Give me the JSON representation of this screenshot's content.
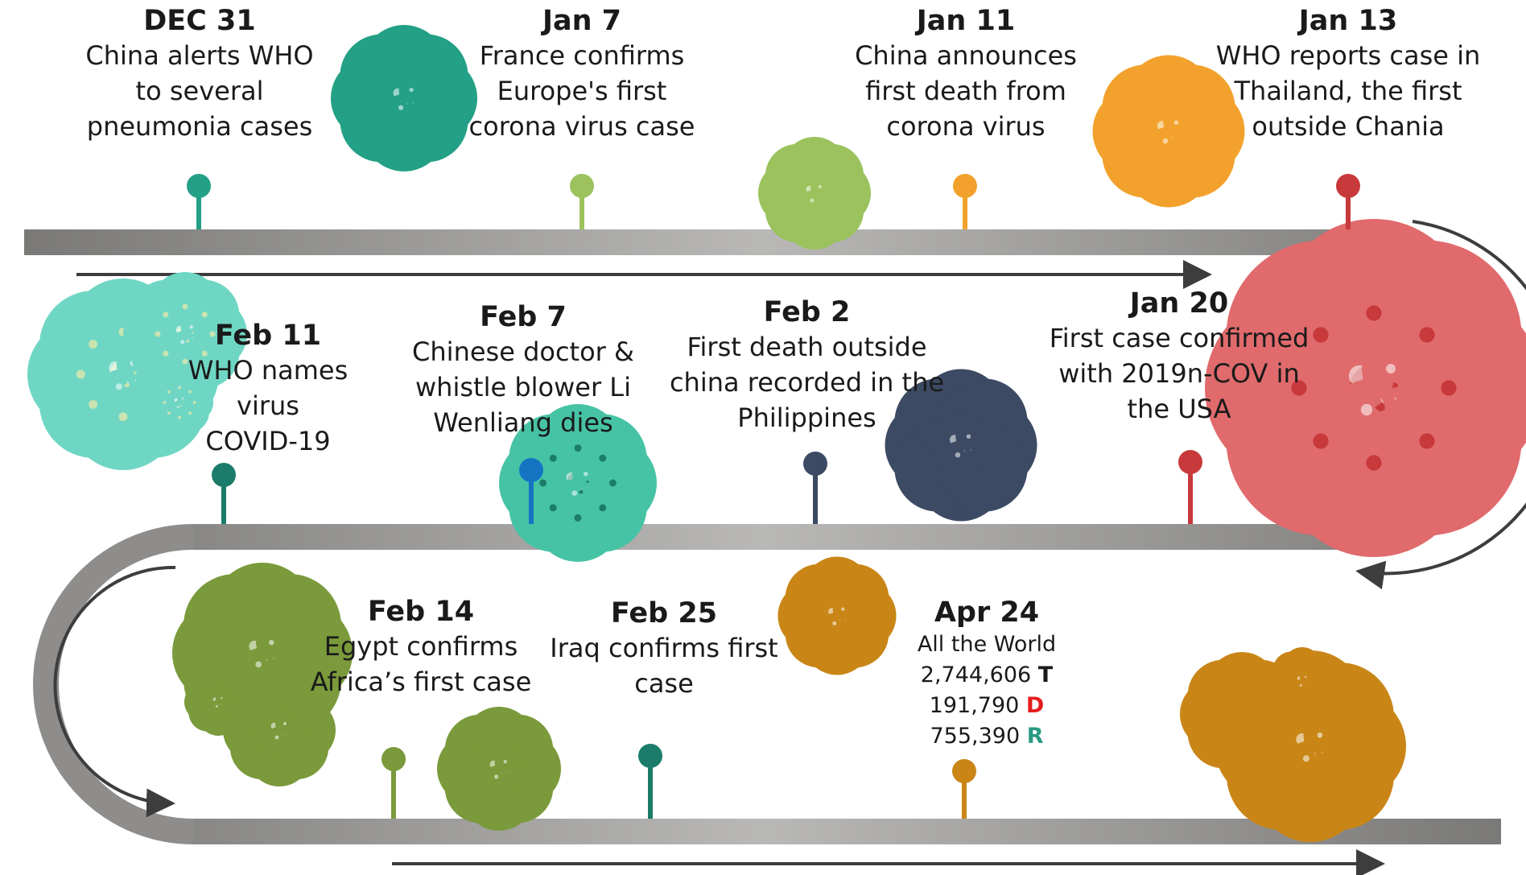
{
  "colors": {
    "track": "#8e8d8b",
    "track_light": "#b7b6b4",
    "arrow": "#3d3d3d",
    "d_marker": "#e51d1d",
    "r_marker": "#2a9a82"
  },
  "events": [
    {
      "date": "DEC 31",
      "text": "China alerts WHO\nto several\npneumonia cases",
      "color": "#23a085"
    },
    {
      "date": "Jan 7",
      "text": "France confirms\nEurope's first\ncorona virus case",
      "color": "#9bc25d"
    },
    {
      "date": "Jan 11",
      "text": "China announces\nfirst death from\ncorona virus",
      "color": "#f2a22c"
    },
    {
      "date": "Jan 13",
      "text": "WHO reports case in\nThailand, the first\noutside  Chania",
      "color": "#c8393b"
    },
    {
      "date": "Jan 20",
      "text": "First case confirmed\nwith 2019n-COV in\nthe USA",
      "color": "#c8393b"
    },
    {
      "date": "Feb 2",
      "text": "First death outside\nchina recorded in the\nPhilippines",
      "color": "#3c4a63"
    },
    {
      "date": "Feb 7",
      "text": "Chinese doctor  &\nwhistle blower Li\nWenliang dies",
      "color": "#1574c2"
    },
    {
      "date": "Feb 11",
      "text": "WHO names virus\nCOVID-19",
      "color": "#1b7d69"
    },
    {
      "date": "Feb 14",
      "text": "Egypt confirms\nAfrica’s first case",
      "color": "#7a9a3b"
    },
    {
      "date": "Feb 25",
      "text": "Iraq  confirms first\ncase",
      "color": "#1b7d69"
    },
    {
      "date": "Apr 24",
      "color": "#c98617"
    }
  ],
  "world_stats": {
    "label": "All the World",
    "total_value": "2,744,606",
    "total_marker": "T",
    "deaths_value": "191,790",
    "deaths_marker": "D",
    "recovered_value": "755,390",
    "recovered_marker": "R"
  }
}
